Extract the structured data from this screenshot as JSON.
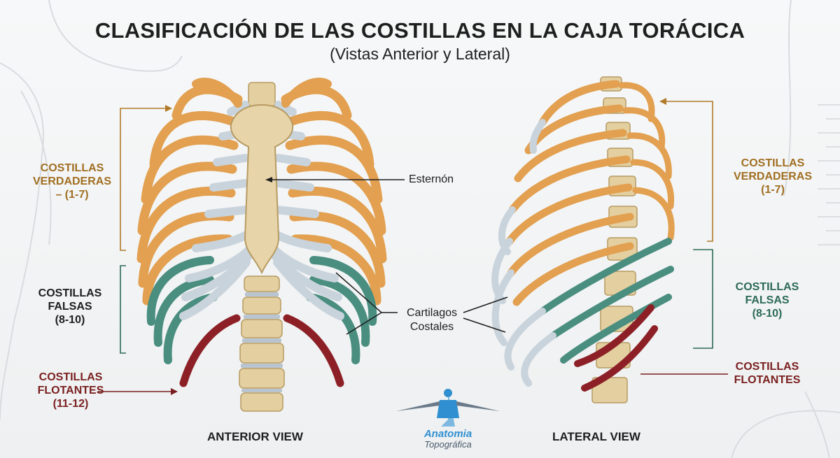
{
  "title": "CLASIFICACIÓN DE LAS COSTILLAS EN LA CAJA TORÁCICA",
  "subtitle": "(Vistas Anterior y Lateral)",
  "colors": {
    "true_ribs": "#e2a050",
    "false_ribs": "#4a8e80",
    "floating_ribs": "#8c2026",
    "cartilage": "#c9d3dc",
    "bone": "#e7d4a8",
    "bracket_gold": "#b07a2a",
    "bracket_green": "#2c6a55",
    "bracket_red": "#7a1f1f"
  },
  "left": {
    "verdaderas": {
      "l1": "COSTILLAS",
      "l2": "VERDADERAS",
      "l3": "– (1-7)"
    },
    "falsas": {
      "l1": "COSTILLAS",
      "l2": "FALSAS",
      "l3": "(8-10)"
    },
    "flotantes": {
      "l1": "COSTILLAS",
      "l2": "FLOTANTES",
      "l3": "(11-12)"
    }
  },
  "annotations": {
    "esternon": "Esternón",
    "cartilagos_1": "Cartilagos",
    "cartilagos_2": "Costales"
  },
  "right": {
    "verdaderas": {
      "l1": "COSTILLAS",
      "l2": "VERDADERAS",
      "l3": "(1-7)"
    },
    "falsas": {
      "l1": "COSTILLAS",
      "l2": "FALSAS",
      "l3": "(8-10)"
    },
    "flotantes": {
      "l1": "COSTILLAS",
      "l2": "FLOTANTES"
    }
  },
  "views": {
    "anterior": "ANTERIOR VIEW",
    "lateral": "LATERAL VIEW"
  },
  "logo": {
    "name": "Anatomia",
    "sub": "Topográfica",
    "icon": "human-figure-icon"
  }
}
